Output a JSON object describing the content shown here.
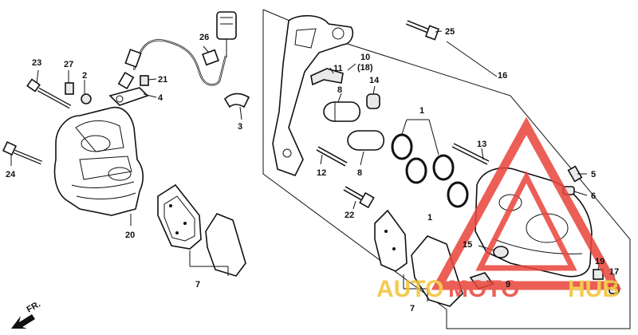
{
  "labels": {
    "l23": "23",
    "l27": "27",
    "l2": "2",
    "l26": "26",
    "l21": "21",
    "l4": "4",
    "l3": "3",
    "l24": "24",
    "l20": "20",
    "l7a": "7",
    "l7b": "7",
    "l25": "25",
    "l10": "10",
    "l18": "(18)",
    "l11": "11",
    "l8a": "8",
    "l8b": "8",
    "l14": "14",
    "l16": "16",
    "l1a": "1",
    "l1b": "1",
    "l12": "12",
    "l13": "13",
    "l5": "5",
    "l6": "6",
    "l22": "22",
    "l15": "15",
    "l9": "9",
    "l19": "19",
    "l17": "17"
  },
  "direction": {
    "text": "FR."
  },
  "watermark": {
    "text_a": "AUTO",
    "text_b": "MOTO",
    "text_c": "HUB",
    "color_red": "#e8443a",
    "color_yellow": "#f2c232"
  }
}
